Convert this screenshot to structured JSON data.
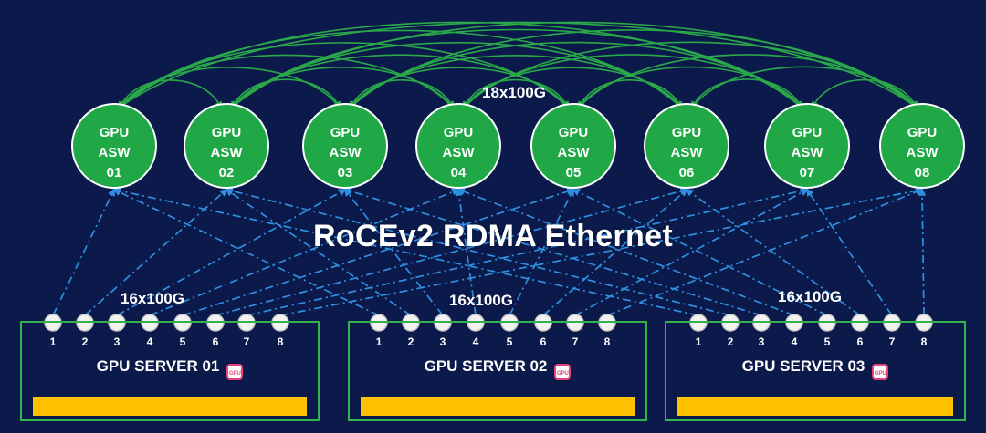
{
  "title": "RoCEv2 RDMA Ethernet",
  "spine_bandwidth": "18x100G",
  "switches": [
    {
      "line1": "GPU",
      "line2": "ASW",
      "line3": "01"
    },
    {
      "line1": "GPU",
      "line2": "ASW",
      "line3": "02"
    },
    {
      "line1": "GPU",
      "line2": "ASW",
      "line3": "03"
    },
    {
      "line1": "GPU",
      "line2": "ASW",
      "line3": "04"
    },
    {
      "line1": "GPU",
      "line2": "ASW",
      "line3": "05"
    },
    {
      "line1": "GPU",
      "line2": "ASW",
      "line3": "06"
    },
    {
      "line1": "GPU",
      "line2": "ASW",
      "line3": "07"
    },
    {
      "line1": "GPU",
      "line2": "ASW",
      "line3": "08"
    }
  ],
  "servers": [
    {
      "label": "GPU SERVER 01",
      "bandwidth": "16x100G",
      "ports": [
        "1",
        "2",
        "3",
        "4",
        "5",
        "6",
        "7",
        "8"
      ],
      "chip_icon": "gpu-chip-icon",
      "chip_text": "GPU"
    },
    {
      "label": "GPU SERVER 02",
      "bandwidth": "16x100G",
      "ports": [
        "1",
        "2",
        "3",
        "4",
        "5",
        "6",
        "7",
        "8"
      ],
      "chip_icon": "gpu-chip-icon",
      "chip_text": "GPU"
    },
    {
      "label": "GPU SERVER 03",
      "bandwidth": "16x100G",
      "ports": [
        "1",
        "2",
        "3",
        "4",
        "5",
        "6",
        "7",
        "8"
      ],
      "chip_icon": "gpu-chip-icon",
      "chip_text": "GPU"
    }
  ],
  "colors": {
    "background": "#0b1a4a",
    "switch_fill": "#1fa845",
    "switch_stroke": "#ffffff",
    "mesh_link": "#2aa84a",
    "server_link": "#2f8fe0",
    "server_border": "#31b24a",
    "bar": "#ffc000",
    "chip": "#e5417a"
  }
}
